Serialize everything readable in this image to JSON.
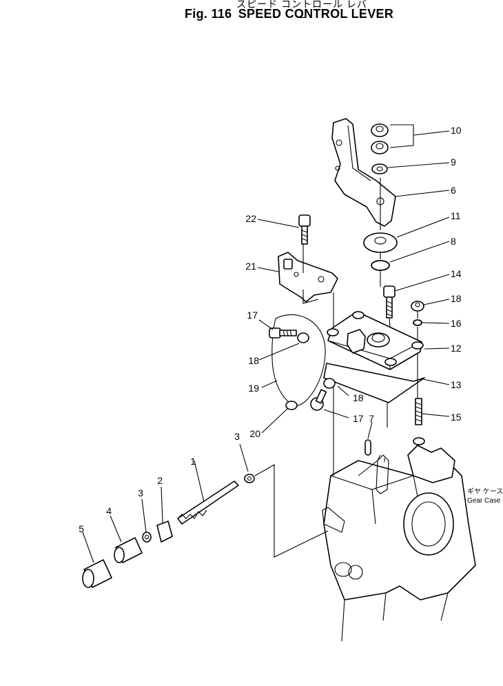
{
  "title": {
    "japanese": "スピード コントロール レバー",
    "fig_prefix": "Fig. 116",
    "english": "SPEED CONTROL LEVER"
  },
  "part_numbers": [
    "1",
    "2",
    "3",
    "3",
    "4",
    "5",
    "6",
    "7",
    "8",
    "9",
    "10",
    "11",
    "12",
    "13",
    "14",
    "15",
    "16",
    "17",
    "17",
    "18",
    "18",
    "18",
    "19",
    "20",
    "21",
    "22"
  ],
  "callout": {
    "japanese": "ギヤ ケース",
    "english": "Gear Case"
  }
}
